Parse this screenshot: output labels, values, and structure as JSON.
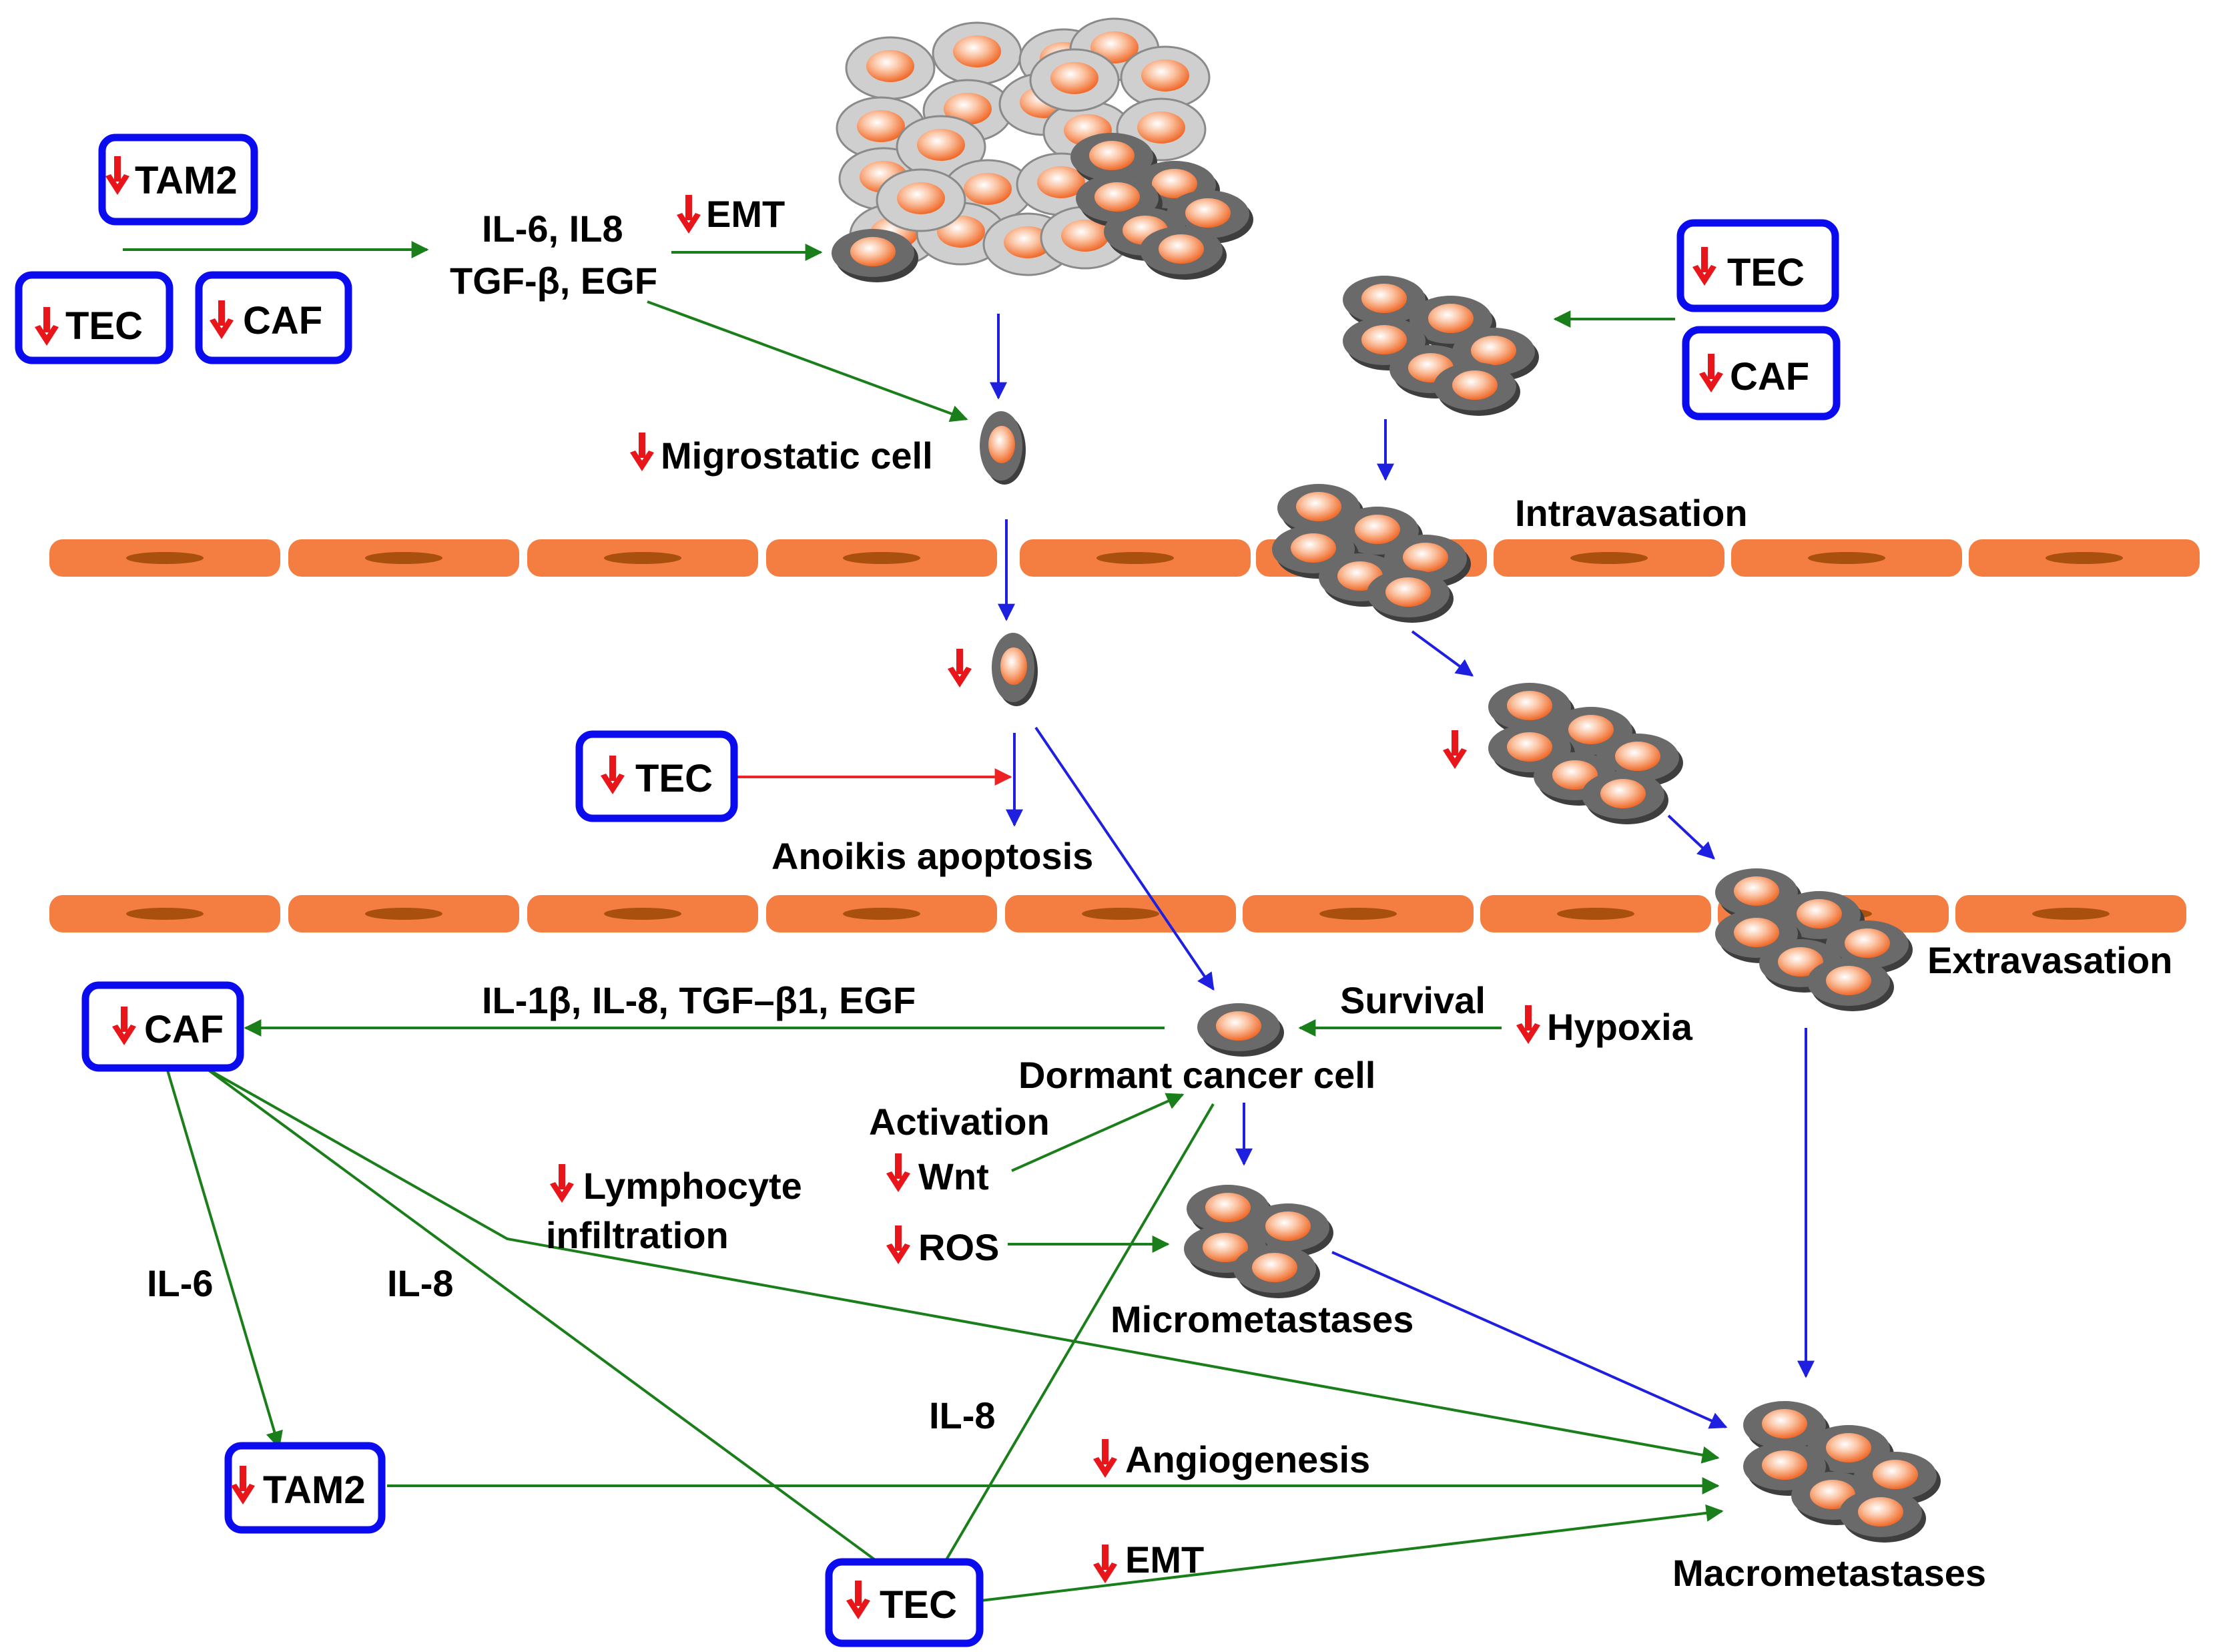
{
  "colors": {
    "inhibit_arrow": "#e8151b",
    "box_border": "#0b0bf0",
    "green_arrow": "#1a7f1a",
    "blue_arrow": "#1f1fe0",
    "red_arrow": "#ee2222",
    "vessel_cell": "#f47d42",
    "vessel_nucleus": "#a9500f",
    "cell_dark": "#5a5a5a",
    "cell_light": "#cfcfcf",
    "nucleus": "#f58a4d"
  },
  "icons": {
    "down_arrow": "down-arrow-icon",
    "cancer_cell": "cancer-cell-icon",
    "endothelial_cell": "endothelial-cell-icon"
  },
  "boxes": {
    "tam2_top": "TAM2",
    "tec_top_left": "TEC",
    "caf_top_left": "CAF",
    "tec_top_right": "TEC",
    "caf_top_right": "CAF",
    "tec_mid": "TEC",
    "caf_left": "CAF",
    "tam2_bottom": "TAM2",
    "tec_bottom": "TEC"
  },
  "labels": {
    "cytokines_line1": "IL-6, IL8",
    "cytokines_line2": "TGF-β, EGF",
    "emt_top": "EMT",
    "migrostatic": "Migrostatic cell",
    "intravasation": "Intravasation",
    "anoikis": "Anoikis apoptosis",
    "extravasation": "Extravasation",
    "cytokines_mid": "IL-1β, IL-8, TGF–β1, EGF",
    "survival": "Survival",
    "hypoxia": "Hypoxia",
    "dormant": "Dormant cancer cell",
    "activation": "Activation",
    "wnt": "Wnt",
    "lymphocyte_line1": "Lymphocyte",
    "lymphocyte_line2": "infiltration",
    "ros": "ROS",
    "micrometastases": "Micrometastases",
    "il6": "IL-6",
    "il8_left": "IL-8",
    "il8_center": "IL-8",
    "angiogenesis": "Angiogenesis",
    "emt_bottom": "EMT",
    "macrometastases": "Macrometastases"
  }
}
